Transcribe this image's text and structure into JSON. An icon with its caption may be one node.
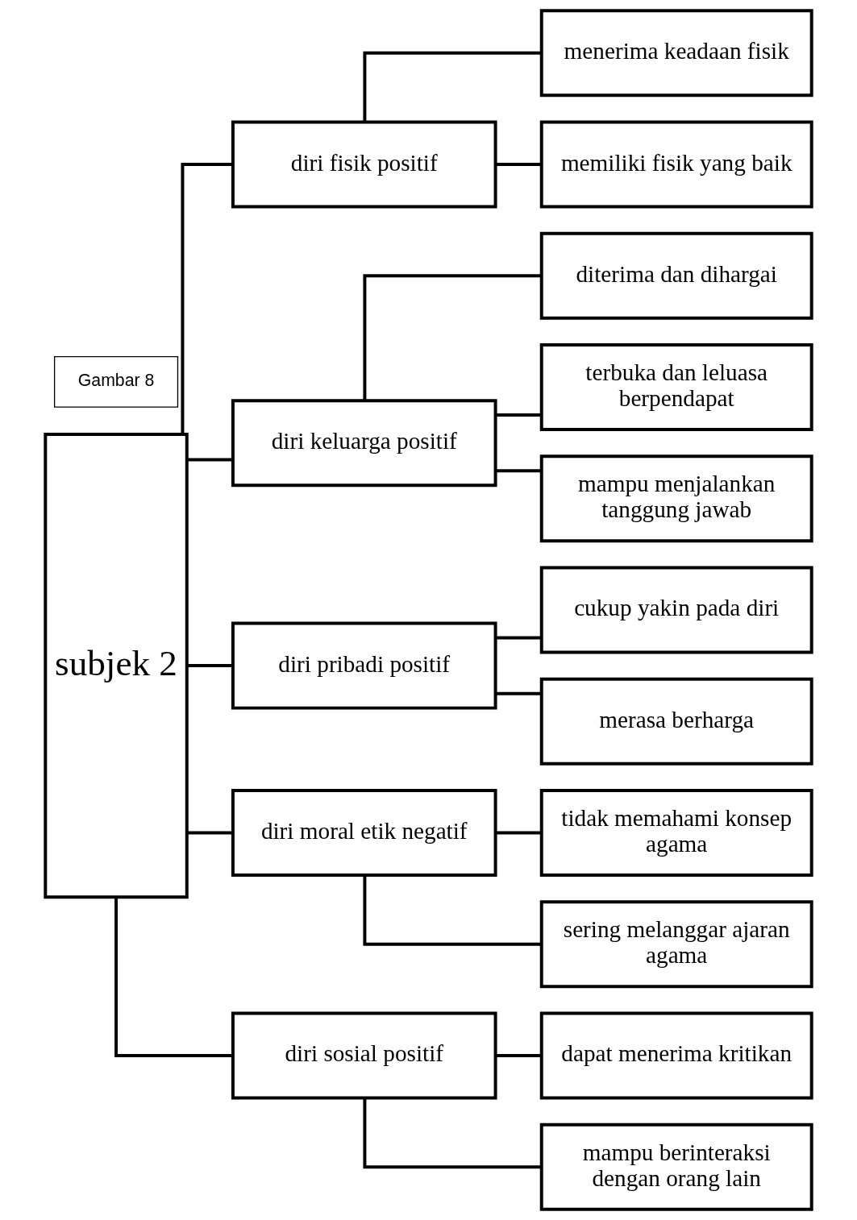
{
  "diagram": {
    "nodes": [
      {
        "text": [
          "Gambar 8"
        ]
      },
      {
        "text": [
          "subjek 2"
        ]
      },
      {
        "text": [
          "diri fisik positif"
        ]
      },
      {
        "text": [
          "menerima keadaan fisik"
        ]
      },
      {
        "text": [
          "memiliki fisik yang baik"
        ]
      },
      {
        "text": [
          "diri keluarga positif"
        ]
      },
      {
        "text": [
          "diterima dan dihargai"
        ]
      },
      {
        "text": [
          "terbuka dan leluasa berpendapat"
        ]
      },
      {
        "text": [
          "mampu menjalankan tanggung jawab"
        ]
      },
      {
        "text": [
          "diri pribadi positif"
        ]
      },
      {
        "text": [
          "cukup yakin pada diri"
        ]
      },
      {
        "text": [
          "merasa berharga"
        ]
      },
      {
        "text": [
          "diri moral etik negatif"
        ]
      },
      {
        "text": [
          "tidak memahami konsep agama"
        ]
      },
      {
        "text": [
          "sering melanggar ajaran agama"
        ]
      },
      {
        "text": [
          "diri sosial positif"
        ]
      },
      {
        "text": [
          "dapat menerima kritikan"
        ]
      },
      {
        "text": [
          "mampu berinteraksi dengan orang lain"
        ]
      }
    ],
    "edges": [
      {
        "from": 1,
        "to": 2,
        "arrow": "none"
      },
      {
        "from": 1,
        "to": 5,
        "arrow": "none"
      },
      {
        "from": 1,
        "to": 9,
        "arrow": "none"
      },
      {
        "from": 1,
        "to": 12,
        "arrow": "none"
      },
      {
        "from": 1,
        "to": 15,
        "arrow": "none"
      },
      {
        "from": 2,
        "to": 3,
        "arrow": "none"
      },
      {
        "from": 2,
        "to": 4,
        "arrow": "none"
      },
      {
        "from": 5,
        "to": 6,
        "arrow": "none"
      },
      {
        "from": 5,
        "to": 7,
        "arrow": "none"
      },
      {
        "from": 5,
        "to": 8,
        "arrow": "none"
      },
      {
        "from": 9,
        "to": 10,
        "arrow": "none"
      },
      {
        "from": 9,
        "to": 11,
        "arrow": "none"
      },
      {
        "from": 12,
        "to": 13,
        "arrow": "none"
      },
      {
        "from": 12,
        "to": 14,
        "arrow": "none"
      },
      {
        "from": 15,
        "to": 16,
        "arrow": "none"
      },
      {
        "from": 15,
        "to": 17,
        "arrow": "none"
      }
    ]
  }
}
